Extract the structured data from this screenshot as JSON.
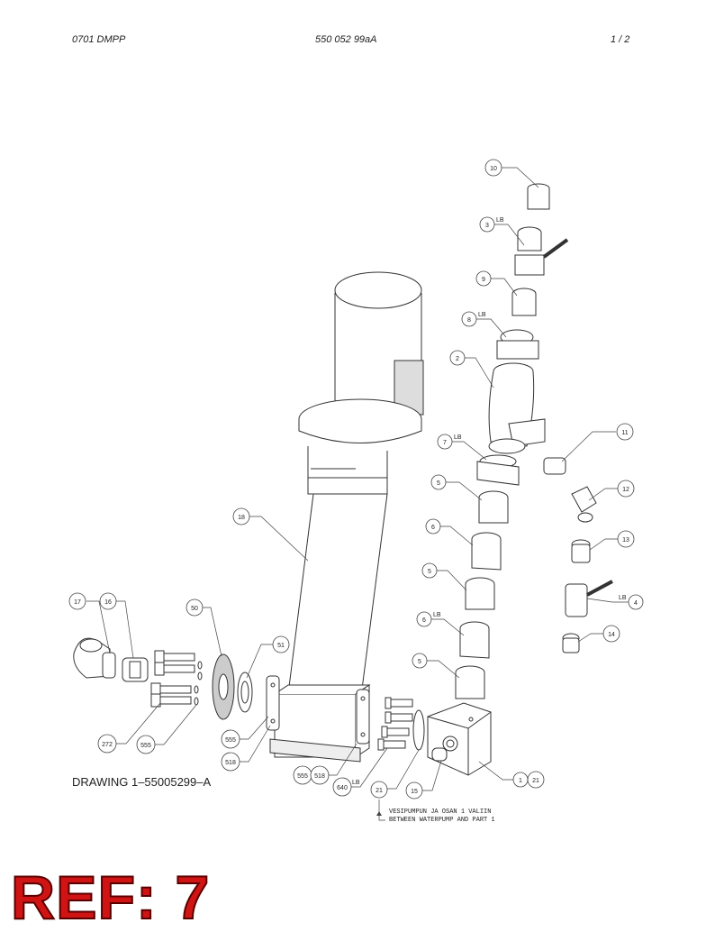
{
  "header": {
    "left": "0701 DMPP",
    "center": "550 052 99aA",
    "right": "1 /  2"
  },
  "caption": "DRAWING 1–55005299–A",
  "ref_label": "REF: 7",
  "note": {
    "line1": "VESIPUMPUN JA OSAN 1 VALIIN",
    "line2": "BETWEEN WATERPUMP AND PART 1"
  },
  "callouts": [
    "10",
    "3",
    "9",
    "8",
    "2",
    "7",
    "5",
    "6",
    "5",
    "6",
    "5",
    "11",
    "12",
    "13",
    "4",
    "14",
    "18",
    "17",
    "16",
    "50",
    "51",
    "272",
    "555",
    "555",
    "518",
    "555",
    "518",
    "640",
    "21",
    "15",
    "1",
    "21"
  ],
  "tags": {
    "lb": "LB"
  }
}
